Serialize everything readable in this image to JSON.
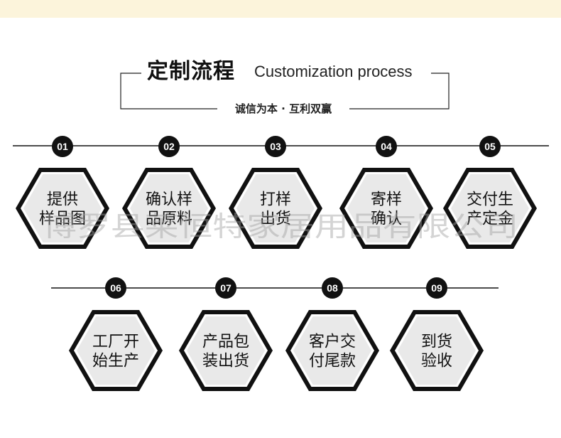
{
  "header": {
    "title_cn": "定制流程",
    "title_en": "Customization process",
    "slogan": "诚信为本 · 互利双赢"
  },
  "steps": [
    {
      "num": "01",
      "lines": [
        "提供",
        "样品图"
      ]
    },
    {
      "num": "02",
      "lines": [
        "确认样",
        "品原料"
      ]
    },
    {
      "num": "03",
      "lines": [
        "打样",
        "出货"
      ]
    },
    {
      "num": "04",
      "lines": [
        "寄样",
        "确认"
      ]
    },
    {
      "num": "05",
      "lines": [
        "交付生",
        "产定金"
      ]
    },
    {
      "num": "06",
      "lines": [
        "工厂开",
        "始生产"
      ]
    },
    {
      "num": "07",
      "lines": [
        "产品包",
        "装出货"
      ]
    },
    {
      "num": "08",
      "lines": [
        "客户交",
        "付尾款"
      ]
    },
    {
      "num": "09",
      "lines": [
        "到货",
        "验收"
      ]
    }
  ],
  "watermark": "博罗县莱恒特家居用品有限公司",
  "colors": {
    "top_band": "#fcf4db",
    "hex_fill": "#e9e9e9",
    "hex_border": "#111111",
    "badge": "#111111"
  }
}
